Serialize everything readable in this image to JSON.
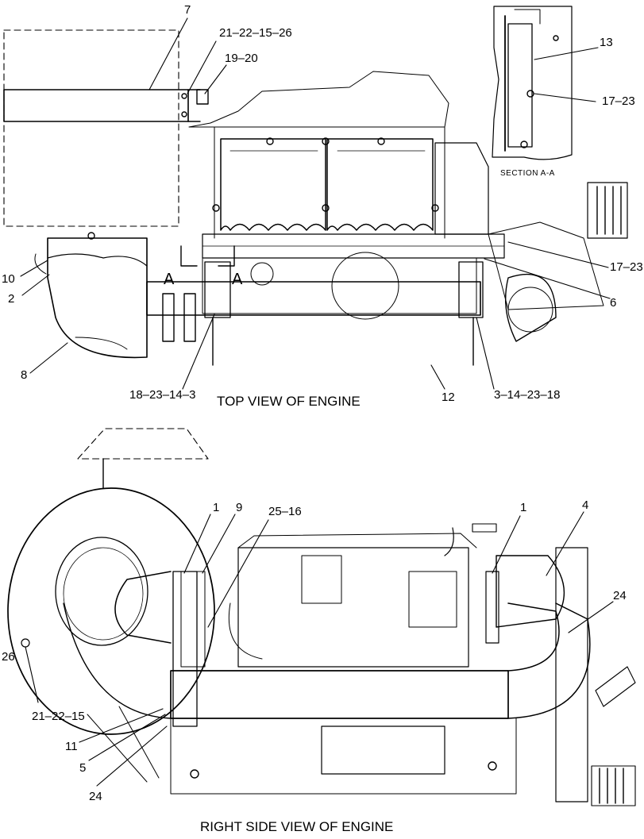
{
  "captions": {
    "top_view": "TOP VIEW OF ENGINE",
    "side_view": "RIGHT SIDE VIEW OF ENGINE",
    "section": "SECTION A-A",
    "section_marker": "A"
  },
  "callouts_top": [
    {
      "id": "c7",
      "text": "7"
    },
    {
      "id": "c21a",
      "text": "21–22–15–26"
    },
    {
      "id": "c19",
      "text": "19–20"
    },
    {
      "id": "c13",
      "text": "13"
    },
    {
      "id": "c17a",
      "text": "17–23"
    },
    {
      "id": "c17b",
      "text": "17–23"
    },
    {
      "id": "c6",
      "text": "6"
    },
    {
      "id": "c10",
      "text": "10"
    },
    {
      "id": "c2",
      "text": "2"
    },
    {
      "id": "c8",
      "text": "8"
    },
    {
      "id": "c18",
      "text": "18–23–14–3"
    },
    {
      "id": "c12",
      "text": "12"
    },
    {
      "id": "c3",
      "text": "3–14–23–18"
    }
  ],
  "callouts_side": [
    {
      "id": "s1a",
      "text": "1"
    },
    {
      "id": "s9",
      "text": "9"
    },
    {
      "id": "s25",
      "text": "25–16"
    },
    {
      "id": "s1b",
      "text": "1"
    },
    {
      "id": "s4",
      "text": "4"
    },
    {
      "id": "s24a",
      "text": "24"
    },
    {
      "id": "s26",
      "text": "26"
    },
    {
      "id": "s21",
      "text": "21–22–15"
    },
    {
      "id": "s11",
      "text": "11"
    },
    {
      "id": "s5",
      "text": "5"
    },
    {
      "id": "s24b",
      "text": "24"
    }
  ]
}
